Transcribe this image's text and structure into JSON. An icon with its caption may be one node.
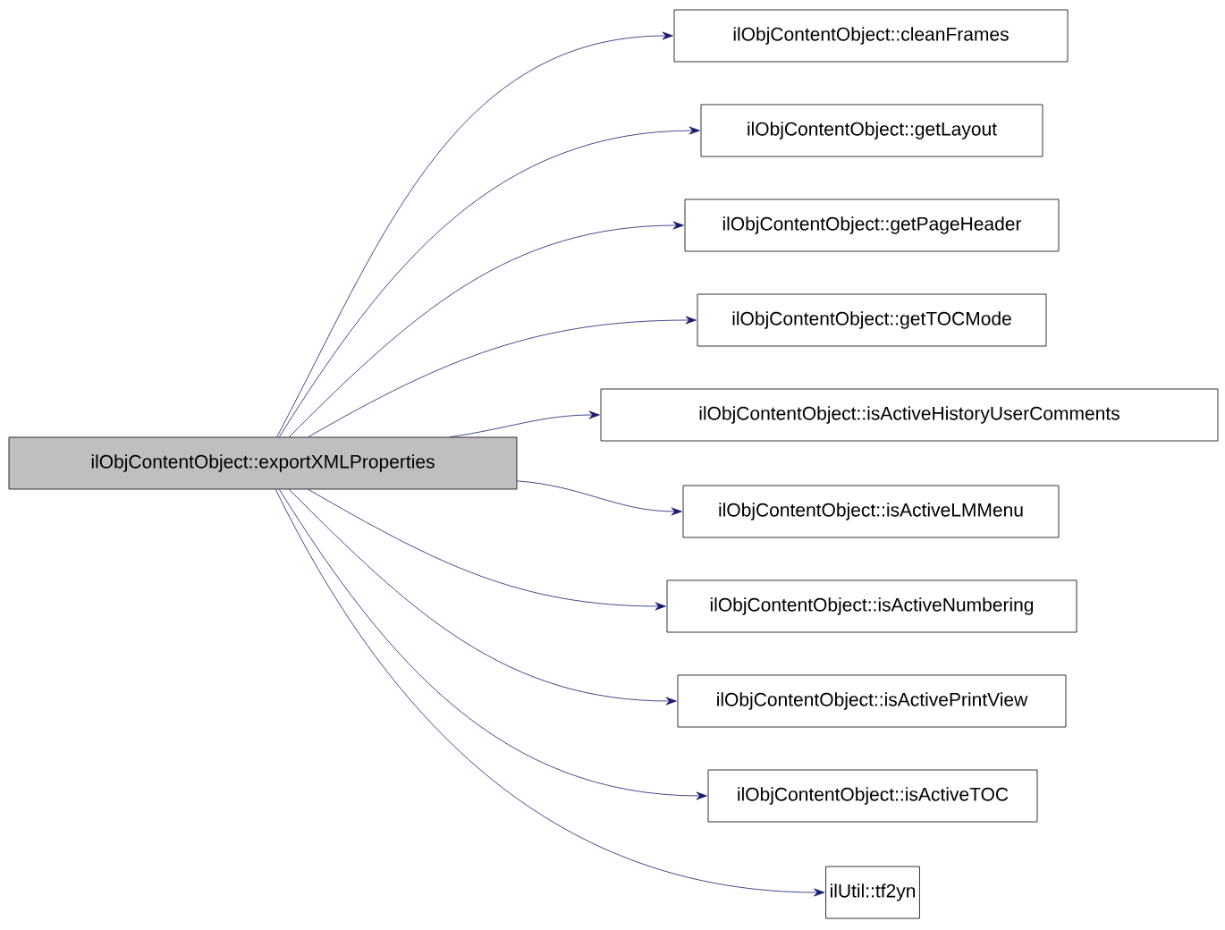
{
  "diagram": {
    "nodes": [
      {
        "text": [
          "ilObjContentObject::exportXMLProperties"
        ]
      },
      {
        "text": [
          "ilObjContentObject::cleanFrames"
        ]
      },
      {
        "text": [
          "ilObjContentObject::getLayout"
        ]
      },
      {
        "text": [
          "ilObjContentObject::getPageHeader"
        ]
      },
      {
        "text": [
          "ilObjContentObject::getTOCMode"
        ]
      },
      {
        "text": [
          "ilObjContentObject::isActiveHistoryUserComments"
        ]
      },
      {
        "text": [
          "ilObjContentObject::isActiveLMMenu"
        ]
      },
      {
        "text": [
          "ilObjContentObject::isActiveNumbering"
        ]
      },
      {
        "text": [
          "ilObjContentObject::isActivePrintView"
        ]
      },
      {
        "text": [
          "ilObjContentObject::isActiveTOC"
        ]
      },
      {
        "text": [
          "ilUtil::tf2yn"
        ]
      }
    ],
    "edges": [
      {
        "from": 0,
        "to": 1,
        "arrow": "to"
      },
      {
        "from": 0,
        "to": 2,
        "arrow": "to"
      },
      {
        "from": 0,
        "to": 3,
        "arrow": "to"
      },
      {
        "from": 0,
        "to": 4,
        "arrow": "to"
      },
      {
        "from": 0,
        "to": 5,
        "arrow": "to"
      },
      {
        "from": 0,
        "to": 6,
        "arrow": "to"
      },
      {
        "from": 0,
        "to": 7,
        "arrow": "to"
      },
      {
        "from": 0,
        "to": 8,
        "arrow": "to"
      },
      {
        "from": 0,
        "to": 9,
        "arrow": "to"
      },
      {
        "from": 0,
        "to": 10,
        "arrow": "to"
      }
    ]
  }
}
